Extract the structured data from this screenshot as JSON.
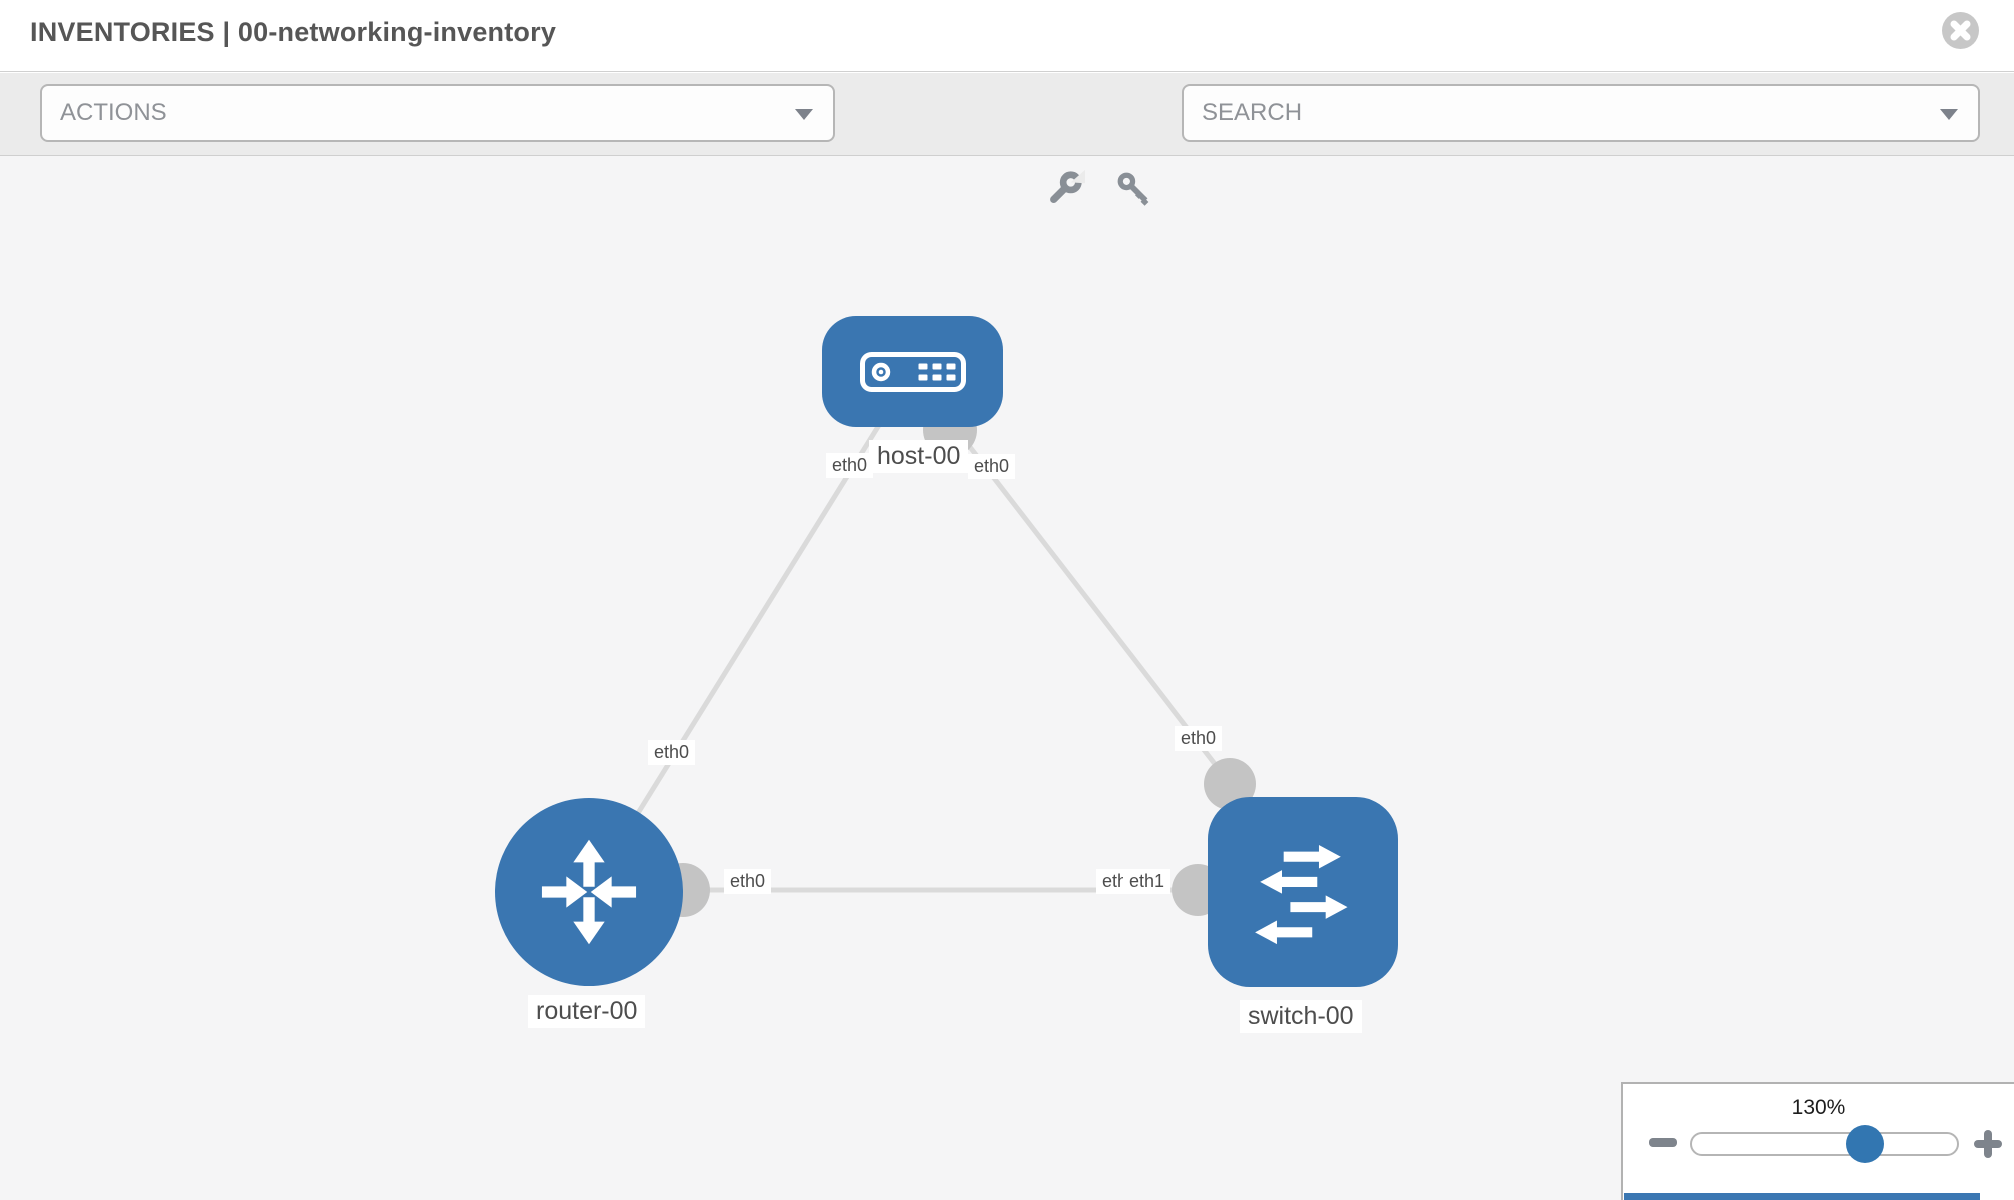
{
  "header": {
    "title": "INVENTORIES | 00-networking-inventory",
    "close_icon": "x-circle-icon"
  },
  "toolbar": {
    "actions_dropdown": {
      "label": "ACTIONS",
      "caret_icon": "chevron-down-icon"
    },
    "tools": [
      {
        "icon": "wrench-icon"
      },
      {
        "icon": "key-icon"
      }
    ],
    "search_dropdown": {
      "label": "SEARCH",
      "caret_icon": "chevron-down-icon"
    }
  },
  "topology": {
    "nodes": [
      {
        "id": "host-00",
        "type": "host",
        "icon": "host-icon"
      },
      {
        "id": "router-00",
        "type": "router",
        "icon": "router-icon"
      },
      {
        "id": "switch-00",
        "type": "switch",
        "icon": "switch-icon"
      }
    ],
    "links": [
      {
        "from": "host-00",
        "from_interface": "eth0",
        "to": "router-00",
        "to_interface": "eth0"
      },
      {
        "from": "host-00",
        "from_interface": "eth0",
        "to": "switch-00",
        "to_interface": "eth0"
      },
      {
        "from": "router-00",
        "from_interface": "eth0",
        "to": "switch-00",
        "to_interface": "eth1",
        "to_interface_overlapped": "eth0"
      }
    ]
  },
  "zoom_control": {
    "value_label": "130%",
    "percent": 130,
    "minus_icon": "minus-icon",
    "plus_icon": "plus-icon"
  },
  "colors": {
    "node_blue": "#3a76b1",
    "slider_handle_blue": "#3276b1",
    "canvas_bg": "#f5f5f6",
    "toolbar_bg": "#ebebeb",
    "edge_gray": "#dadada",
    "interface_dot_gray": "#c4c4c4",
    "icon_gray": "#898f96",
    "title_gray": "#565656"
  }
}
